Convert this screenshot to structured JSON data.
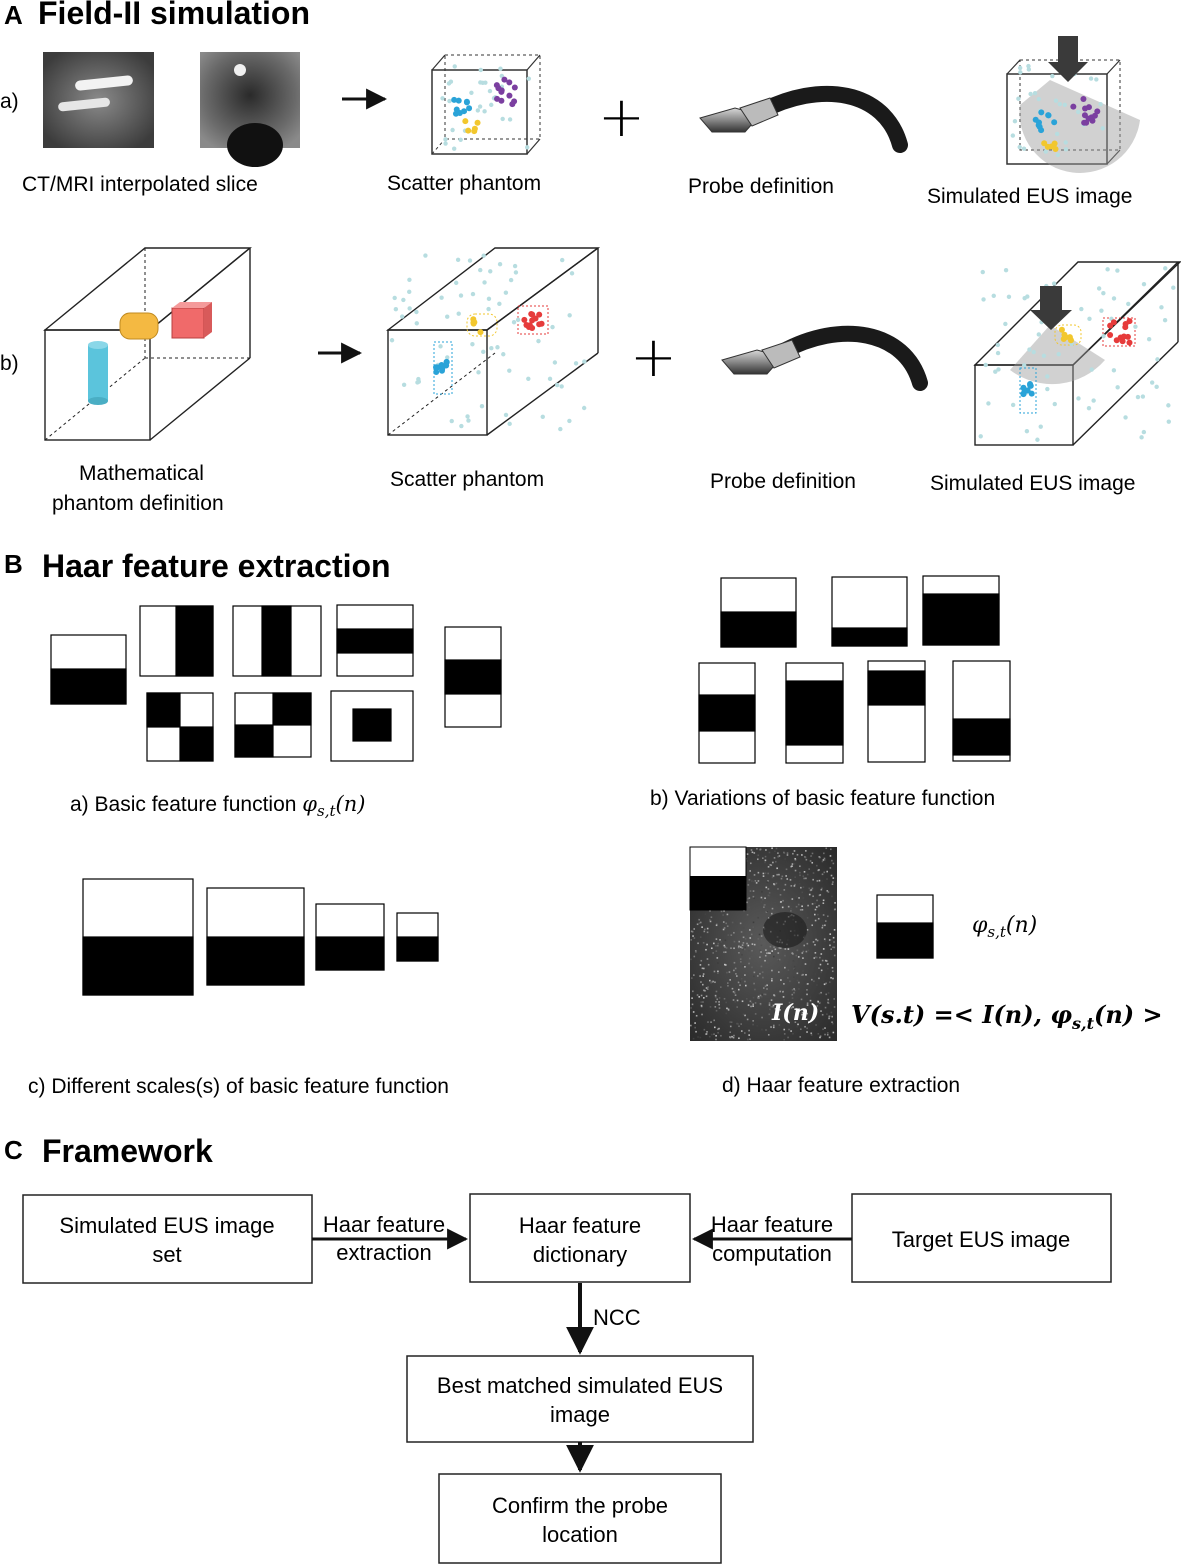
{
  "panel_a": {
    "letter": "A",
    "title": "Field-II simulation",
    "row_a_label": "a)",
    "row_b_label": "b)",
    "captions_a": [
      "CT/MRI interpolated slice",
      "Scatter phantom",
      "Probe definition",
      "Simulated EUS image"
    ],
    "captions_b": [
      "Mathematical",
      "phantom definition",
      "Scatter phantom",
      "Probe definition",
      "Simulated EUS image"
    ],
    "plus": "+"
  },
  "panel_b": {
    "letter": "B",
    "title": "Haar feature extraction",
    "cap_a_text": "a) Basic feature function ",
    "cap_a_math": "φ",
    "cap_a_sub": "s,t",
    "cap_a_arg": "(n)",
    "cap_b": "b) Variations of basic feature function",
    "cap_c": "c) Different scales(s) of basic feature function",
    "cap_d": "d) Haar feature extraction",
    "image_label": "I(n)",
    "phi_label": "φ",
    "phi_sub": "s,t",
    "phi_arg": "(n)",
    "formula": "V(s.t) =< I(n), φ",
    "formula_sub": "s,t",
    "formula_tail": "(n) >"
  },
  "panel_c": {
    "letter": "C",
    "title": "Framework",
    "box_simulated": [
      "Simulated EUS image",
      "set"
    ],
    "box_dictionary": [
      "Haar feature",
      "dictionary"
    ],
    "box_target": [
      "Target EUS image"
    ],
    "box_best": [
      "Best matched simulated EUS",
      "image"
    ],
    "box_confirm": [
      "Confirm the probe",
      "location"
    ],
    "label_extraction": [
      "Haar feature",
      "extraction"
    ],
    "label_computation": [
      "Haar feature",
      "computation"
    ],
    "label_ncc": "NCC"
  },
  "colors": {
    "purple": "#7b3fa0",
    "blue": "#2aa3d8",
    "yellow": "#f2c72e",
    "red": "#e63b3b",
    "scatter": "#b7dde0",
    "orange_block": "#f4b942",
    "red_block": "#f06a6a",
    "cyan_block": "#5bc4dc"
  }
}
